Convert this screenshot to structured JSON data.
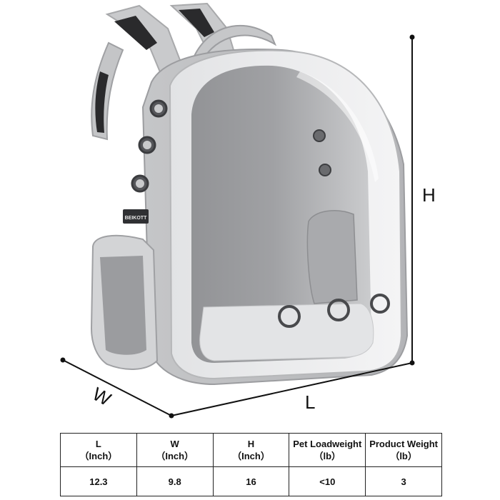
{
  "dimension_labels": {
    "height": "H",
    "length": "L",
    "width": "W"
  },
  "brand_tag": "BEIKOTT",
  "table": {
    "columns": [
      {
        "name": "L",
        "unit": "（Inch）"
      },
      {
        "name": "W",
        "unit": "（Inch）"
      },
      {
        "name": "H",
        "unit": "（Inch）"
      },
      {
        "name": "Pet Loadweight",
        "unit": "（lb）"
      },
      {
        "name": "Product Weight",
        "unit": "（lb）"
      }
    ],
    "values": [
      "12.3",
      "9.8",
      "16",
      "<10",
      "3"
    ]
  }
}
